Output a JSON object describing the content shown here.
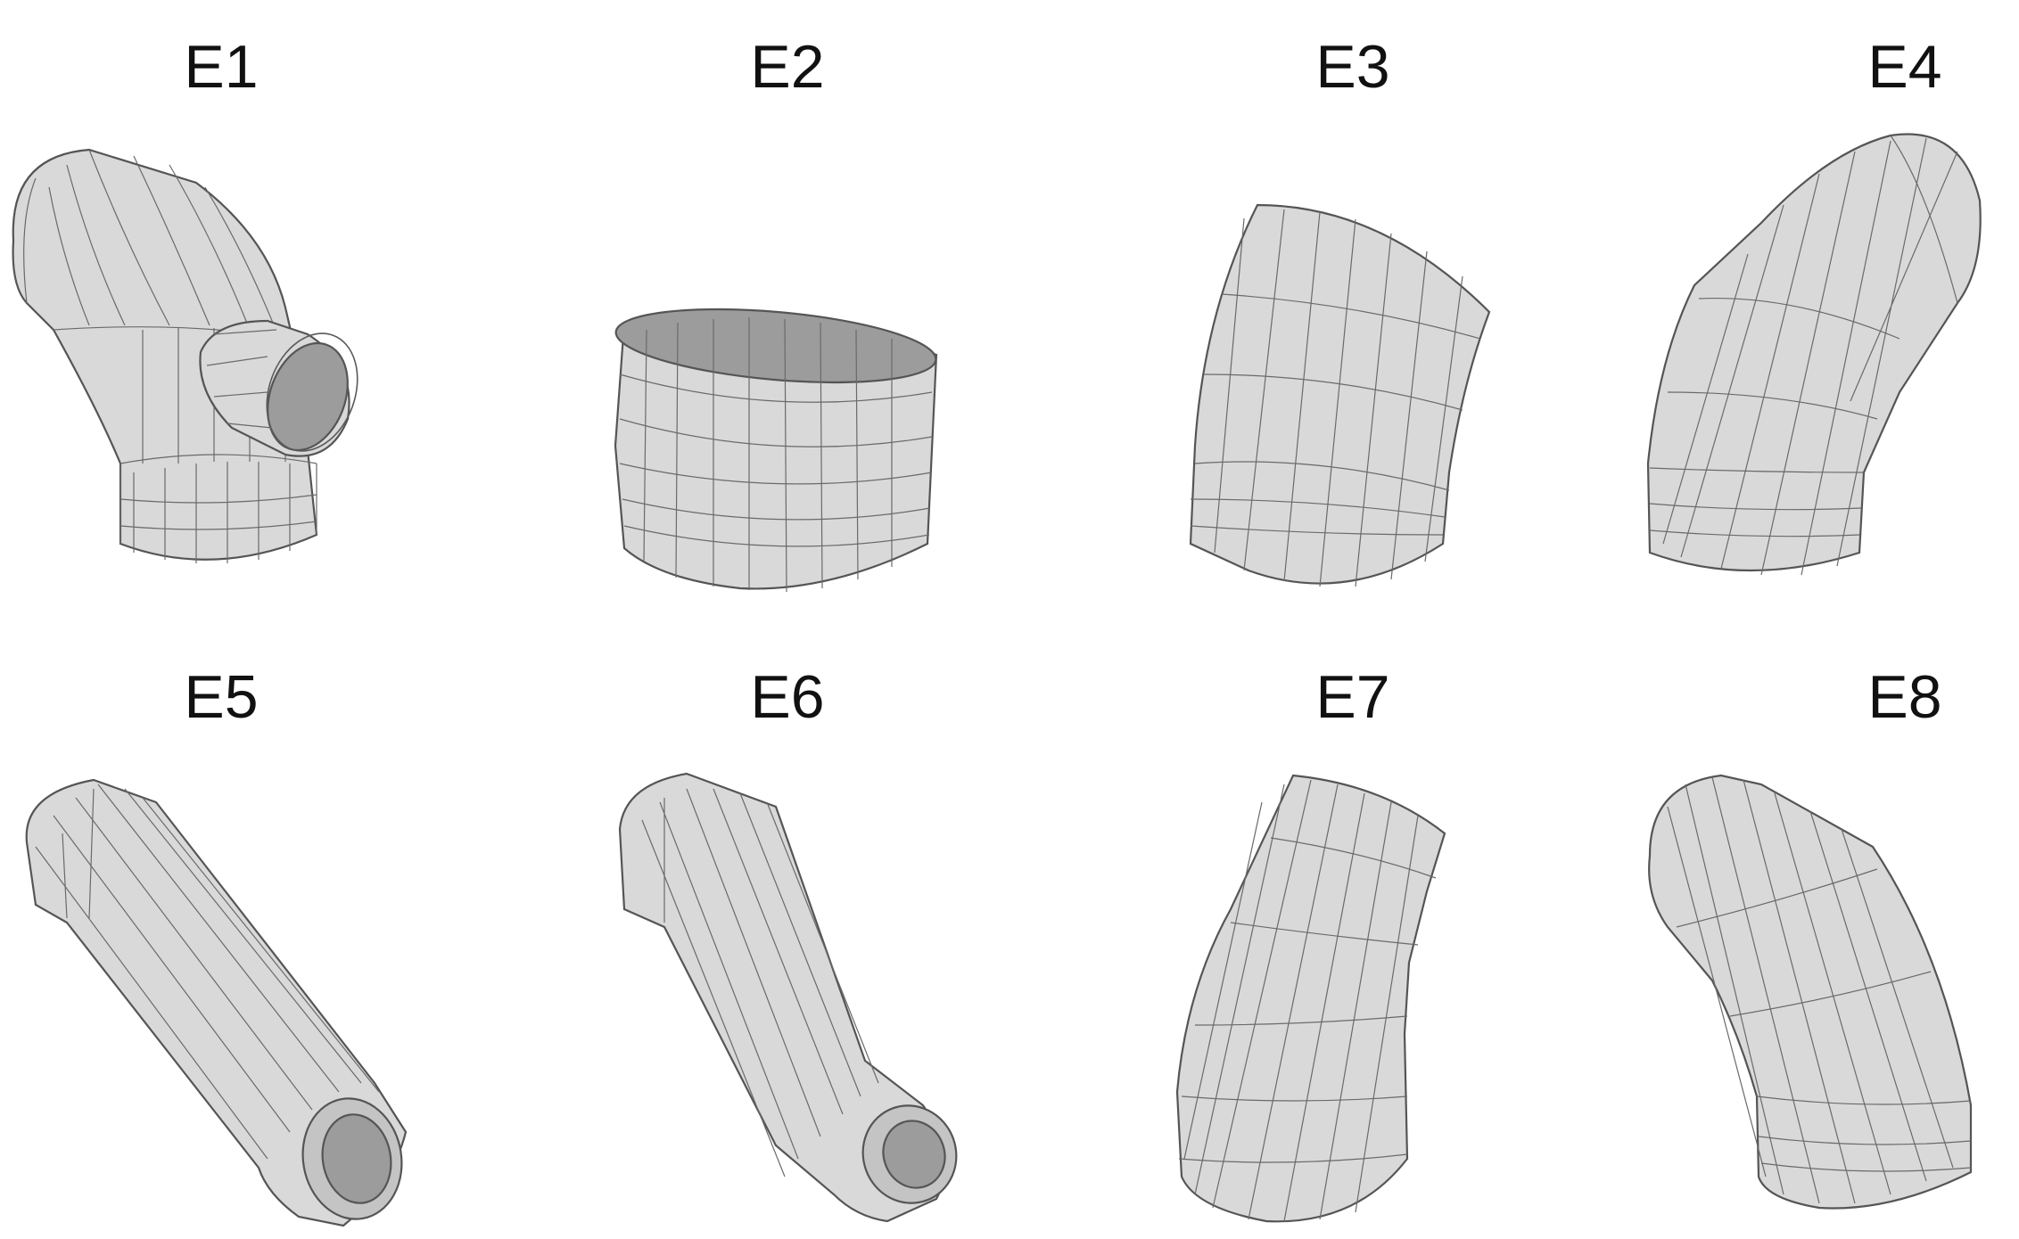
{
  "figure": {
    "panels": [
      {
        "id": "E1",
        "label": "E1"
      },
      {
        "id": "E2",
        "label": "E2"
      },
      {
        "id": "E3",
        "label": "E3"
      },
      {
        "id": "E4",
        "label": "E4"
      },
      {
        "id": "E5",
        "label": "E5"
      },
      {
        "id": "E6",
        "label": "E6"
      },
      {
        "id": "E7",
        "label": "E7"
      },
      {
        "id": "E8",
        "label": "E8"
      }
    ],
    "colors": {
      "surface": "#d9d9d9",
      "interior": "#9c9c9c",
      "mesh": "#555555",
      "label": "#111111"
    }
  }
}
